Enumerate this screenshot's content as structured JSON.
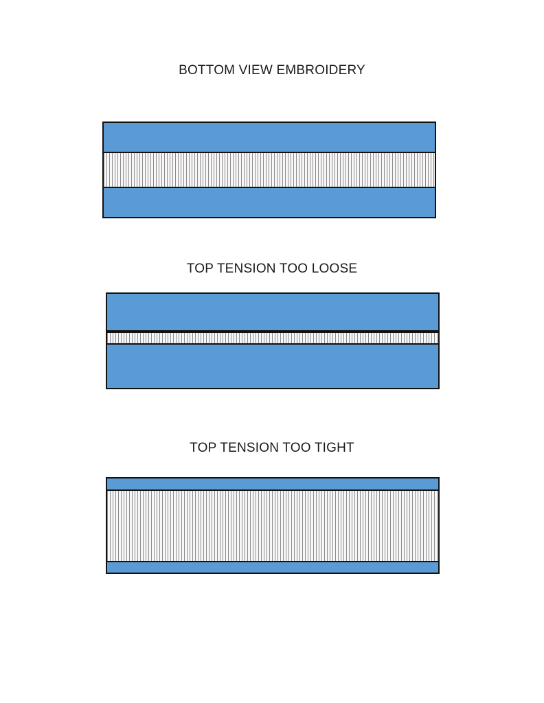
{
  "diagrams": [
    {
      "title": "BOTTOM VIEW EMBROIDERY",
      "layers": [
        "fabric",
        "thread",
        "fabric"
      ]
    },
    {
      "title": "TOP TENSION TOO LOOSE",
      "layers": [
        "fabric",
        "thread",
        "fabric"
      ]
    },
    {
      "title": "TOP TENSION TOO TIGHT",
      "layers": [
        "fabric",
        "thread",
        "fabric"
      ]
    }
  ],
  "colors": {
    "fabric": "#5b9bd5",
    "thread_background": "#f7f7f7",
    "thread_lines": "#8c8c8c",
    "outline": "#111111"
  }
}
